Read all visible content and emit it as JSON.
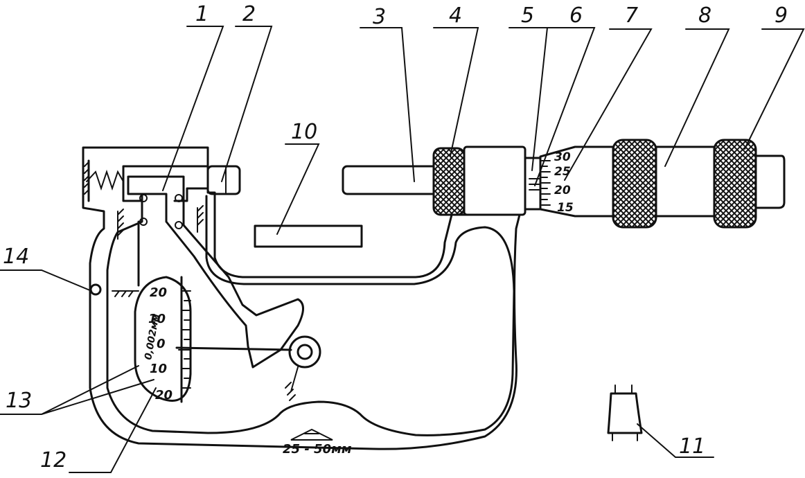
{
  "callouts": [
    "1",
    "2",
    "3",
    "4",
    "5",
    "6",
    "7",
    "8",
    "9",
    "10",
    "11",
    "12",
    "13",
    "14"
  ],
  "thimble_scale": [
    "30",
    "25",
    "20",
    "15"
  ],
  "dial_scale": {
    "top": "20",
    "upper": "10",
    "zero": "0",
    "lower": "10",
    "bottom": "20",
    "unit": "0,002мм"
  },
  "range_label": "25 - 50мм"
}
